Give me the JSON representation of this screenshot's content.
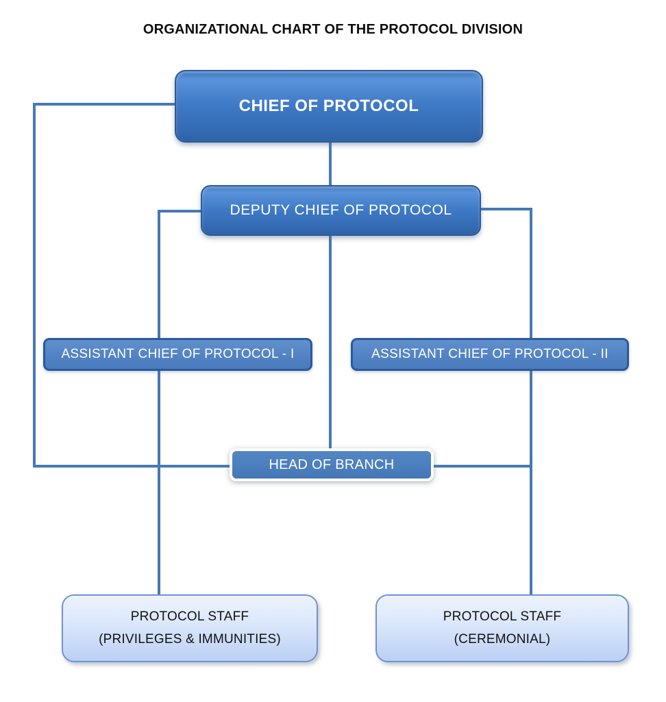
{
  "title": "ORGANIZATIONAL CHART OF THE PROTOCOL DIVISION",
  "nodes": {
    "chief": {
      "label": "CHIEF OF PROTOCOL"
    },
    "deputy": {
      "label": "DEPUTY CHIEF OF PROTOCOL"
    },
    "assistant1": {
      "label": "ASSISTANT CHIEF OF PROTOCOL - I"
    },
    "assistant2": {
      "label": "ASSISTANT CHIEF OF PROTOCOL - II"
    },
    "head": {
      "label": "HEAD OF BRANCH"
    },
    "staff1": {
      "line1": "PROTOCOL STAFF",
      "line2": "(PRIVILEGES & IMMUNITIES)"
    },
    "staff2": {
      "line1": "PROTOCOL STAFF",
      "line2": "(CEREMONIAL)"
    }
  },
  "edges": [
    {
      "from": "chief",
      "to": "deputy",
      "route": "bottom-center"
    },
    {
      "from": "chief",
      "to": "head",
      "route": "left-side-loop"
    },
    {
      "from": "deputy",
      "to": "assistant1",
      "route": "left-branch-vertical"
    },
    {
      "from": "deputy",
      "to": "assistant2",
      "route": "right-branch-vertical"
    },
    {
      "from": "deputy",
      "to": "head",
      "route": "bottom-center"
    },
    {
      "from": "assistant1",
      "to": "staff1",
      "route": "vertical"
    },
    {
      "from": "assistant2",
      "to": "staff2",
      "route": "vertical"
    },
    {
      "from": "head",
      "to": "staff1",
      "route": "left-horizontal"
    },
    {
      "from": "head",
      "to": "staff2",
      "route": "right-horizontal"
    }
  ],
  "colors": {
    "connector": "#4679b6",
    "node_dark_blue": "#3b74c0",
    "node_dark_border": "#2a5a9c",
    "node_medium_blue": "#5283c4",
    "head_fill": "#4b7ebd",
    "staff_fill_top": "#edf3fd",
    "staff_fill_bottom": "#bcd0f5",
    "staff_border": "#6f93cf",
    "title_text": "#0d0d0d",
    "node_text": "#ffffff",
    "staff_text": "#111111"
  }
}
